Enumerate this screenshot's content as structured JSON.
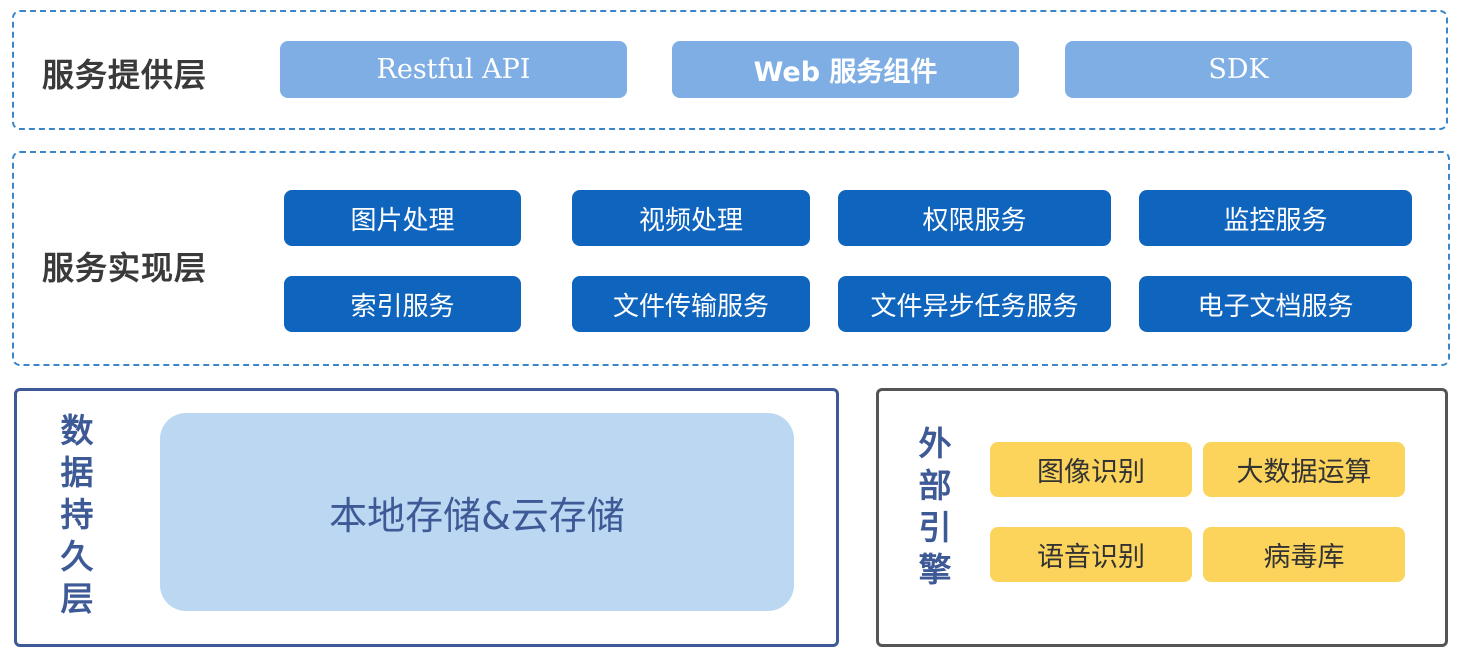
{
  "service_provider_layer": {
    "label": "服务提供层",
    "items": [
      "Restful API",
      "Web 服务组件",
      "SDK"
    ]
  },
  "service_impl_layer": {
    "label": "服务实现层",
    "rows": [
      [
        "图片处理",
        "视频处理",
        "权限服务",
        "监控服务"
      ],
      [
        "索引服务",
        "文件传输服务",
        "文件异步任务服务",
        "电子文档服务"
      ]
    ]
  },
  "data_persistence_layer": {
    "label": "数据持久层",
    "storage": "本地存储&云存储"
  },
  "external_engine": {
    "label": "外部引擎",
    "items": [
      "图像识别",
      "大数据运算",
      "语音识别",
      "病毒库"
    ]
  },
  "colors": {
    "dashed_border": "#3a86c8",
    "light_pill": "#7eaee3",
    "blue_pill": "#0f64bd",
    "storage_fill": "#bcd7f2",
    "yellow_pill": "#fcd45c",
    "persistence_border": "#3d5a96",
    "engine_border": "#555555"
  }
}
